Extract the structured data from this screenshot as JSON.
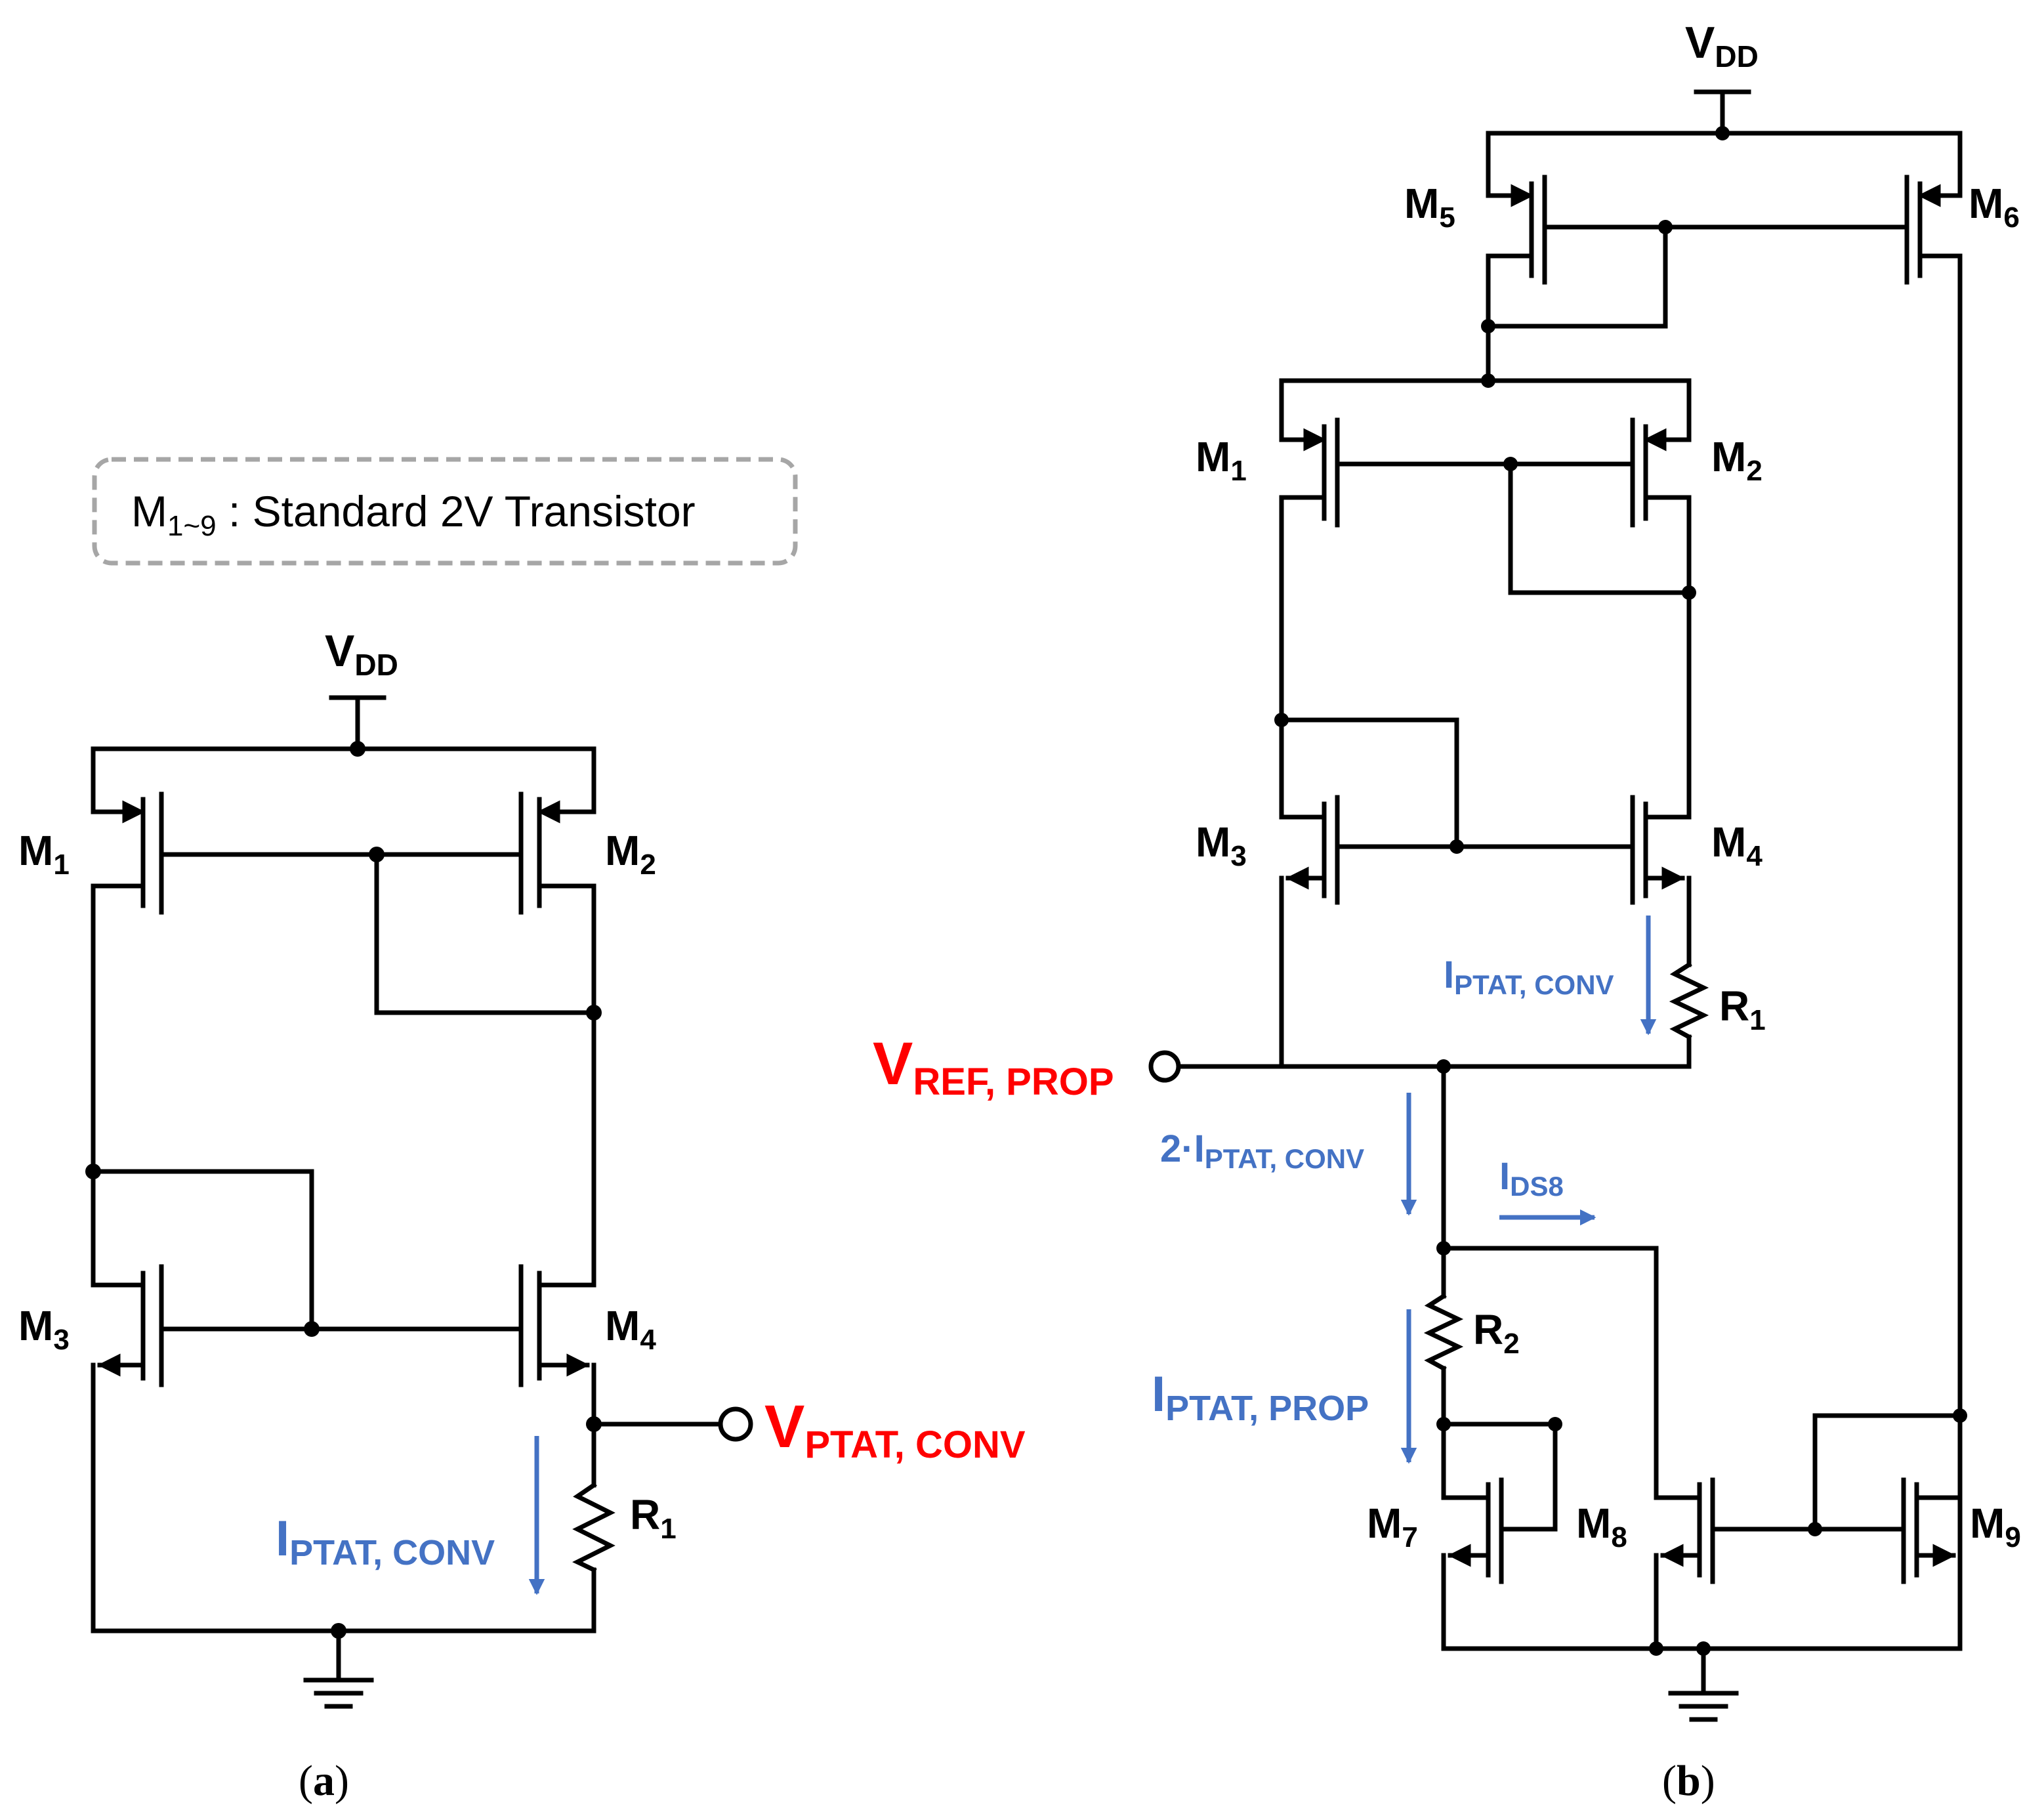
{
  "legend": {
    "main": "M",
    "sub": "1~9",
    "rest": " : Standard 2V Transistor"
  },
  "circuit_a": {
    "caption_open": "(",
    "caption_letter": "a",
    "caption_close": ")",
    "vdd": {
      "main": "V",
      "sub": "DD"
    },
    "m1": {
      "main": "M",
      "sub": "1"
    },
    "m2": {
      "main": "M",
      "sub": "2"
    },
    "m3": {
      "main": "M",
      "sub": "3"
    },
    "m4": {
      "main": "M",
      "sub": "4"
    },
    "r1": {
      "main": "R",
      "sub": "1"
    },
    "current": {
      "main": "I",
      "sub": "PTAT, CONV"
    },
    "output": {
      "main": "V",
      "sub": "PTAT, CONV"
    }
  },
  "circuit_b": {
    "caption_open": "(",
    "caption_letter": "b",
    "caption_close": ")",
    "vdd": {
      "main": "V",
      "sub": "DD"
    },
    "m1": {
      "main": "M",
      "sub": "1"
    },
    "m2": {
      "main": "M",
      "sub": "2"
    },
    "m3": {
      "main": "M",
      "sub": "3"
    },
    "m4": {
      "main": "M",
      "sub": "4"
    },
    "m5": {
      "main": "M",
      "sub": "5"
    },
    "m6": {
      "main": "M",
      "sub": "6"
    },
    "m7": {
      "main": "M",
      "sub": "7"
    },
    "m8": {
      "main": "M",
      "sub": "8"
    },
    "m9": {
      "main": "M",
      "sub": "9"
    },
    "r1": {
      "main": "R",
      "sub": "1"
    },
    "r2": {
      "main": "R",
      "sub": "2"
    },
    "i_conv": {
      "main": "I",
      "sub": "PTAT, CONV"
    },
    "i_2conv": {
      "main": "2·I",
      "sub": "PTAT, CONV"
    },
    "i_ds8": {
      "main": "I",
      "sub": "DS8"
    },
    "i_prop": {
      "main": "I",
      "sub": "PTAT, PROP"
    },
    "output": {
      "main": "V",
      "sub": "REF, PROP"
    }
  },
  "colors": {
    "wire": "#000000",
    "output_label": "#ff0000",
    "current_label": "#4472c4",
    "legend_border": "#a6a6a6"
  }
}
